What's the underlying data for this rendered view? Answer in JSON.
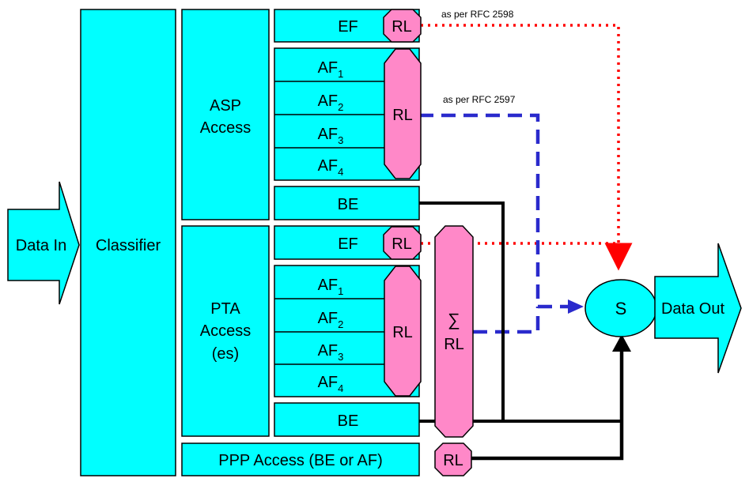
{
  "input": {
    "label": "Data In"
  },
  "classifier": {
    "label": "Classifier"
  },
  "asp": {
    "label_line1": "ASP",
    "label_line2": "Access",
    "ef": "EF",
    "af_prefix": "AF",
    "af_subs": [
      "1",
      "2",
      "3",
      "4"
    ],
    "be": "BE"
  },
  "pta": {
    "label_line1": "PTA",
    "label_line2": "Access",
    "label_line3": "(es)",
    "ef": "EF",
    "af_prefix": "AF",
    "af_subs": [
      "1",
      "2",
      "3",
      "4"
    ],
    "be": "BE"
  },
  "ppp": {
    "label": "PPP Access (BE or AF)"
  },
  "rate_limiter": {
    "label": "RL"
  },
  "aggregate_rl": {
    "symbol": "∑",
    "label": "RL"
  },
  "scheduler": {
    "label": "S"
  },
  "output": {
    "label": "Data Out"
  },
  "annotations": {
    "ef_path": "as per RFC 2598",
    "af_path": "as per RFC 2597"
  },
  "colors": {
    "queue_fill": "#00ffff",
    "rl_fill": "#ff88c8",
    "ef_line": "#ff0000",
    "af_line": "#2a2acc",
    "be_line": "#000000"
  }
}
